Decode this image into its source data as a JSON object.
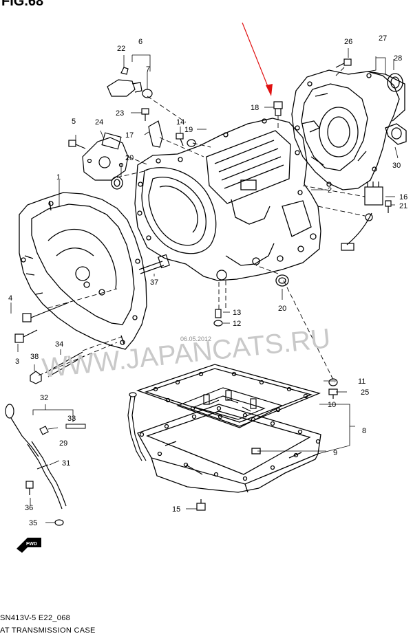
{
  "figure": {
    "title": "FIG.68",
    "code": "SN413V-5 E22_068",
    "name": "AT TRANSMISSION CASE"
  },
  "watermark": {
    "text": "WWW.JAPANCATS.RU",
    "date": "06.05.2012"
  },
  "direction_badge": "FWD",
  "callouts": {
    "c1": "1",
    "c2": "2",
    "c3": "3",
    "c4": "4",
    "c5": "5",
    "c6": "6",
    "c7": "7",
    "c8": "8",
    "c9": "9",
    "c10": "10",
    "c11": "11",
    "c12": "12",
    "c13": "13",
    "c14": "14",
    "c15": "15",
    "c16": "16",
    "c17": "17",
    "c18": "18",
    "c19": "19",
    "c20a": "20",
    "c20b": "20",
    "c21": "21",
    "c22": "22",
    "c23": "23",
    "c24": "24",
    "c25": "25",
    "c26": "26",
    "c27": "27",
    "c28": "28",
    "c29": "29",
    "c30": "30",
    "c31": "31",
    "c32": "32",
    "c33": "33",
    "c34": "34",
    "c35": "35",
    "c36": "36",
    "c37": "37",
    "c38": "38"
  },
  "colors": {
    "line": "#000000",
    "pointer": "#e01010",
    "watermark": "#c9c9c9"
  }
}
